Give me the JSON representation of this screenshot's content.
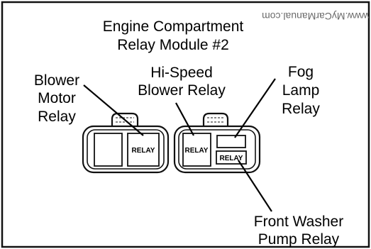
{
  "title": {
    "line1": "Engine Compartment",
    "line2": "Relay Module #2"
  },
  "watermark": "www.MyCarManual.com",
  "labels": {
    "blower_motor": [
      "Blower",
      "Motor",
      "Relay"
    ],
    "hi_speed_blower": [
      "Hi-Speed",
      "Blower Relay"
    ],
    "fog_lamp": [
      "Fog",
      "Lamp",
      "Relay"
    ],
    "front_washer_pump": [
      "Front Washer",
      "Pump Relay"
    ]
  },
  "relay_tags": {
    "left": "RELAY",
    "right_hi_speed": "RELAY",
    "right_washer": "RELAY"
  }
}
